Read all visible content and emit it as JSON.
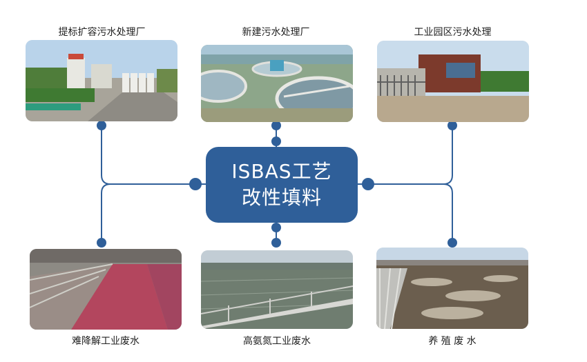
{
  "center": {
    "line1": "ISBAS工艺",
    "line2": "改性填料"
  },
  "applications": [
    {
      "label": "提标扩容污水处理厂",
      "photo": "plant-buildings-photo"
    },
    {
      "label": "新建污水处理厂",
      "photo": "circular-clarifier-tanks-photo"
    },
    {
      "label": "工业园区污水处理",
      "photo": "industrial-park-gate-photo"
    },
    {
      "label": "难降解工业废水",
      "photo": "red-wastewater-channels-photo"
    },
    {
      "label": "高氨氮工业废水",
      "photo": "aeration-basin-walkway-photo"
    },
    {
      "label": "养 殖 废 水",
      "photo": "foamy-aeration-basin-photo"
    }
  ],
  "colors": {
    "connector": "#2f5f99",
    "center_box": "#2f5f99",
    "center_text": "#ffffff"
  }
}
